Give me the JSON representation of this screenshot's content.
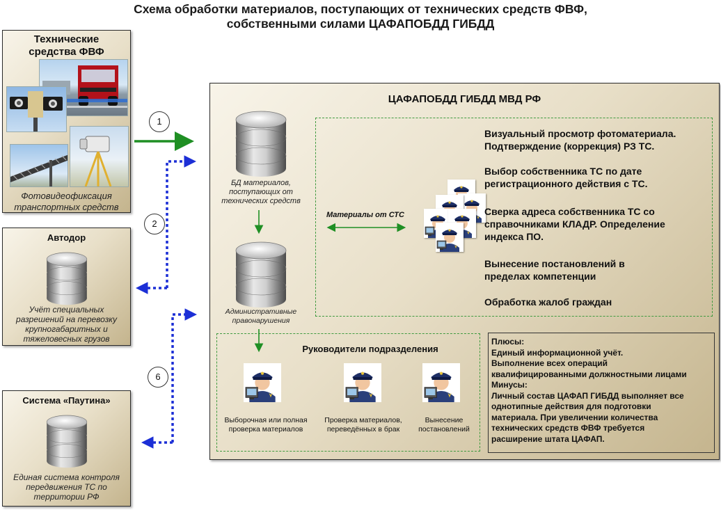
{
  "title_line1": "Схема обработки материалов, поступающих от технических средств ФВФ,",
  "title_line2": "собственными силами ЦАФАПОБДД ГИБДД",
  "tech_box": {
    "title_line1": "Технические",
    "title_line2": "средства ФВФ",
    "caption_line1": "Фотовидеофиксация",
    "caption_line2": "транспортных средств"
  },
  "avtodor_box": {
    "title": "Автодор",
    "caption_lines": [
      "Учёт специальных",
      "разрешений на перевозку",
      "крупногабаритных и",
      "тяжеловесных грузов"
    ]
  },
  "pautina_box": {
    "title": "Система «Паутина»",
    "caption_lines": [
      "Единая система контроля",
      "передвижения ТС по",
      "территории РФ"
    ]
  },
  "main_box": {
    "title": "ЦАФАПОБДД ГИБДД МВД РФ",
    "db1_caption_lines": [
      "БД материалов,",
      "поступающих от",
      "технических средств"
    ],
    "db2_caption_lines": [
      "Административные",
      "правонарушения"
    ],
    "materials_label": "Материалы от СТС",
    "tasks": [
      [
        "Визуальный просмотр фотоматериала.",
        "Подтверждение (коррекция) РЗ ТС."
      ],
      [
        "Выбор собственника ТС по дате",
        "регистрационного действия с ТС."
      ],
      [
        "Сверка адреса собственника ТС со",
        "справочниками КЛАДР. Определение",
        "индекса ПО."
      ],
      [
        "Вынесение постановлений в",
        "пределах компетенции"
      ],
      [
        "Обработка жалоб граждан"
      ]
    ],
    "leaders": {
      "title": "Руководители подразделения",
      "items": [
        [
          "Выборочная или полная",
          "проверка материалов"
        ],
        [
          "Проверка материалов,",
          "переведённых в брак"
        ],
        [
          "Вынесение",
          "постановлений"
        ]
      ]
    },
    "pros_cons_lines": [
      "Плюсы:",
      "Единый информационной учёт.",
      "Выполнение всех операций",
      "квалифицированными должностными лицами",
      "Минусы:",
      "Личный состав ЦАФАП ГИБДД выполняет все",
      "однотипные действия для подготовки",
      "материала. При увеличении количества",
      "технических средств ФВФ требуется",
      "расширение штата ЦАФАП."
    ]
  },
  "connectors": [
    "1",
    "2",
    "6"
  ],
  "colors": {
    "green_arrow": "#1f8f24",
    "blue_arrow": "#1c2fd6",
    "dashed_border": "#3f9a3f",
    "accent_blue": "#1f5fa8"
  }
}
